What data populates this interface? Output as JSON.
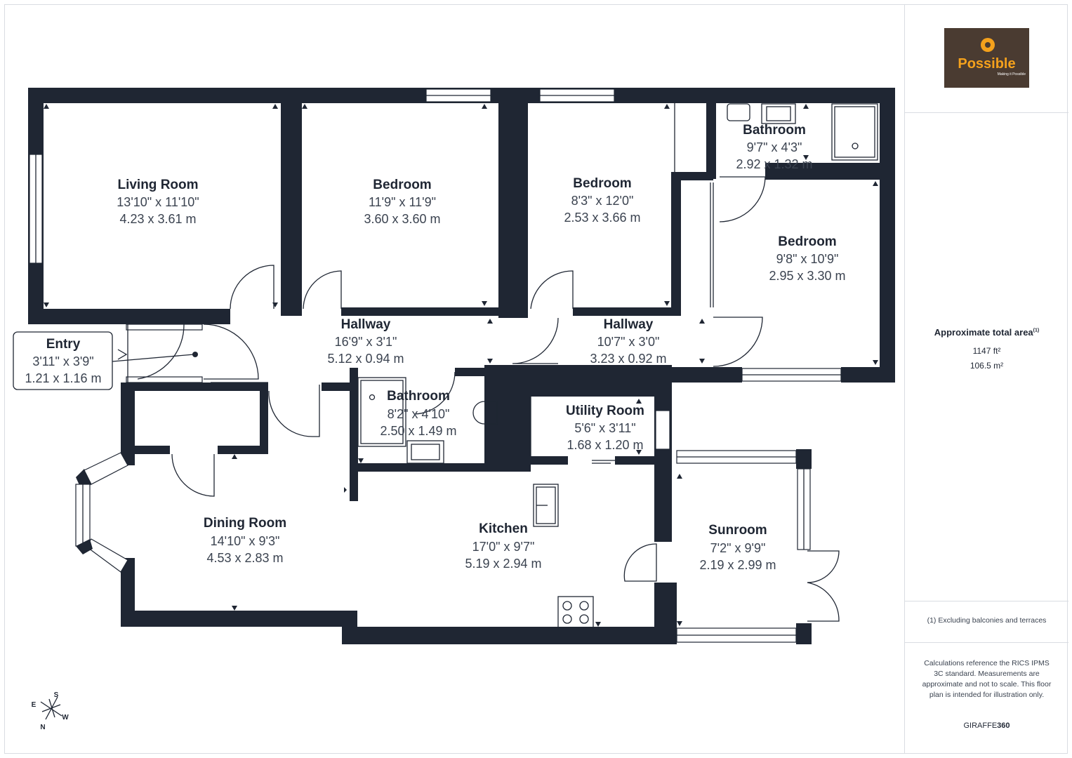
{
  "plan": {
    "rooms": [
      {
        "id": "living-room",
        "name": "Living Room",
        "imperial": "13'10\" x 11'10\"",
        "metric": "4.23 x 3.61 m"
      },
      {
        "id": "bedroom-1",
        "name": "Bedroom",
        "imperial": "11'9\" x 11'9\"",
        "metric": "3.60 x 3.60 m"
      },
      {
        "id": "bedroom-2",
        "name": "Bedroom",
        "imperial": "8'3\" x 12'0\"",
        "metric": "2.53 x 3.66 m"
      },
      {
        "id": "bathroom-1",
        "name": "Bathroom",
        "imperial": "9'7\" x 4'3\"",
        "metric": "2.92 x 1.32 m"
      },
      {
        "id": "bedroom-3",
        "name": "Bedroom",
        "imperial": "9'8\" x 10'9\"",
        "metric": "2.95 x 3.30 m"
      },
      {
        "id": "entry",
        "name": "Entry",
        "imperial": "3'11\" x 3'9\"",
        "metric": "1.21 x 1.16 m"
      },
      {
        "id": "hallway-1",
        "name": "Hallway",
        "imperial": "16'9\" x 3'1\"",
        "metric": "5.12 x 0.94 m"
      },
      {
        "id": "hallway-2",
        "name": "Hallway",
        "imperial": "10'7\" x 3'0\"",
        "metric": "3.23 x 0.92 m"
      },
      {
        "id": "bathroom-2",
        "name": "Bathroom",
        "imperial": "8'2\" x 4'10\"",
        "metric": "2.50 x 1.49 m"
      },
      {
        "id": "utility-room",
        "name": "Utility Room",
        "imperial": "5'6\" x 3'11\"",
        "metric": "1.68 x 1.20 m"
      },
      {
        "id": "dining-room",
        "name": "Dining Room",
        "imperial": "14'10\" x 9'3\"",
        "metric": "4.53 x 2.83 m"
      },
      {
        "id": "kitchen",
        "name": "Kitchen",
        "imperial": "17'0\" x 9'7\"",
        "metric": "5.19 x 2.94 m"
      },
      {
        "id": "sunroom",
        "name": "Sunroom",
        "imperial": "7'2\" x 9'9\"",
        "metric": "2.19 x 2.99 m"
      }
    ],
    "compass": {
      "e": "E",
      "s": "S",
      "w": "W",
      "n": "N"
    }
  },
  "sidebar": {
    "logo": {
      "name": "Possible",
      "tagline": "Making it Possible",
      "bg": "#4a3b31",
      "accent": "#f4a11c"
    },
    "area_title": "Approximate total area",
    "area_note_marker": "(1)",
    "area_ft2": "1147 ft²",
    "area_m2": "106.5 m²",
    "footnote": "(1) Excluding balconies and terraces",
    "disclaimer": "Calculations reference the RICS IPMS 3C standard. Measurements are approximate and not to scale. This floor plan is intended for illustration only.",
    "brand_prefix": "GIRAFFE",
    "brand_suffix": "360"
  },
  "colors": {
    "wall": "#1f2633",
    "frame": "#d9dde2"
  }
}
